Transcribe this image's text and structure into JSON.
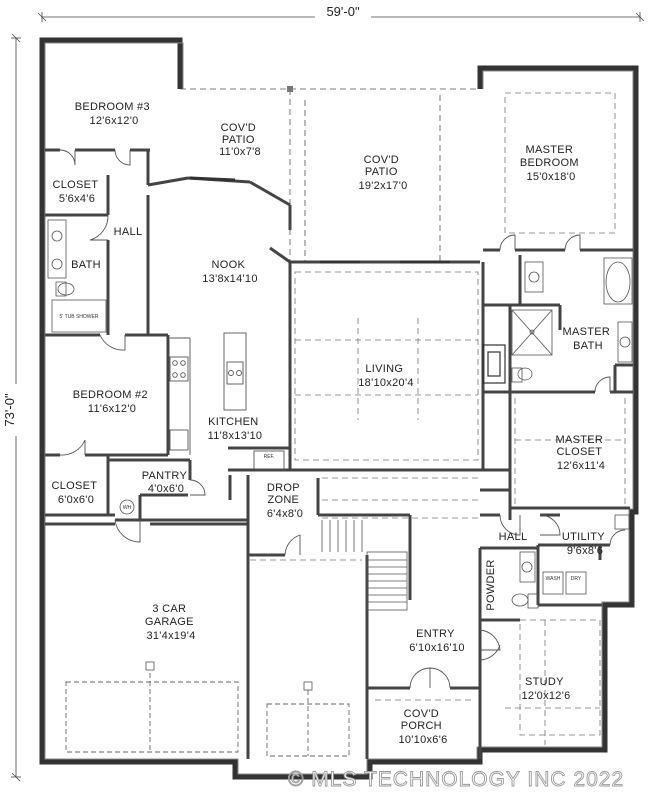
{
  "dimensions": {
    "width": "59'-0\"",
    "depth": "73'-0\""
  },
  "rooms": [
    {
      "id": "bedroom3",
      "lines": [
        "BEDROOM #3",
        "12'6x12'0"
      ]
    },
    {
      "id": "patio-small",
      "lines": [
        "COV'D",
        "PATIO",
        "11'0x7'8"
      ]
    },
    {
      "id": "patio-large",
      "lines": [
        "COV'D",
        "PATIO",
        "19'2x17'0"
      ]
    },
    {
      "id": "master-bedroom",
      "lines": [
        "MASTER",
        "BEDROOM",
        "15'0x18'0"
      ]
    },
    {
      "id": "closet1",
      "lines": [
        "CLOSET",
        "5'6x4'6"
      ]
    },
    {
      "id": "hall1",
      "lines": [
        "HALL"
      ]
    },
    {
      "id": "bath",
      "lines": [
        "BATH"
      ]
    },
    {
      "id": "nook",
      "lines": [
        "NOOK",
        "13'8x14'10"
      ]
    },
    {
      "id": "living",
      "lines": [
        "LIVING",
        "18'10x20'4"
      ]
    },
    {
      "id": "master-bath",
      "lines": [
        "MASTER",
        "BATH"
      ]
    },
    {
      "id": "bedroom2",
      "lines": [
        "BEDROOM #2",
        "11'6x12'0"
      ]
    },
    {
      "id": "kitchen",
      "lines": [
        "KITCHEN",
        "11'8x13'10"
      ]
    },
    {
      "id": "master-closet",
      "lines": [
        "MASTER",
        "CLOSET",
        "12'6x11'4"
      ]
    },
    {
      "id": "pantry",
      "lines": [
        "PANTRY",
        "4'0x6'0"
      ]
    },
    {
      "id": "closet2",
      "lines": [
        "CLOSET",
        "6'0x6'0"
      ]
    },
    {
      "id": "drop-zone",
      "lines": [
        "DROP",
        "ZONE",
        "6'4x8'0"
      ]
    },
    {
      "id": "hall2",
      "lines": [
        "HALL"
      ]
    },
    {
      "id": "utility",
      "lines": [
        "UTILITY",
        "9'6x8'6"
      ]
    },
    {
      "id": "powder",
      "lines": [
        "POWDER"
      ]
    },
    {
      "id": "garage",
      "lines": [
        "3 CAR",
        "GARAGE",
        "31'4x19'4"
      ]
    },
    {
      "id": "entry",
      "lines": [
        "ENTRY",
        "6'10x16'10"
      ]
    },
    {
      "id": "study",
      "lines": [
        "STUDY",
        "12'0x12'6"
      ]
    },
    {
      "id": "porch",
      "lines": [
        "COV'D",
        "PORCH",
        "10'10x6'6"
      ]
    }
  ],
  "fixtures": {
    "tub": "5' TUB SHOWER",
    "fridge": "REF.",
    "water_heater": "WH",
    "washer": "WASH",
    "dryer": "DRY"
  },
  "watermark": "© MLS TECHNOLOGY INC 2022"
}
